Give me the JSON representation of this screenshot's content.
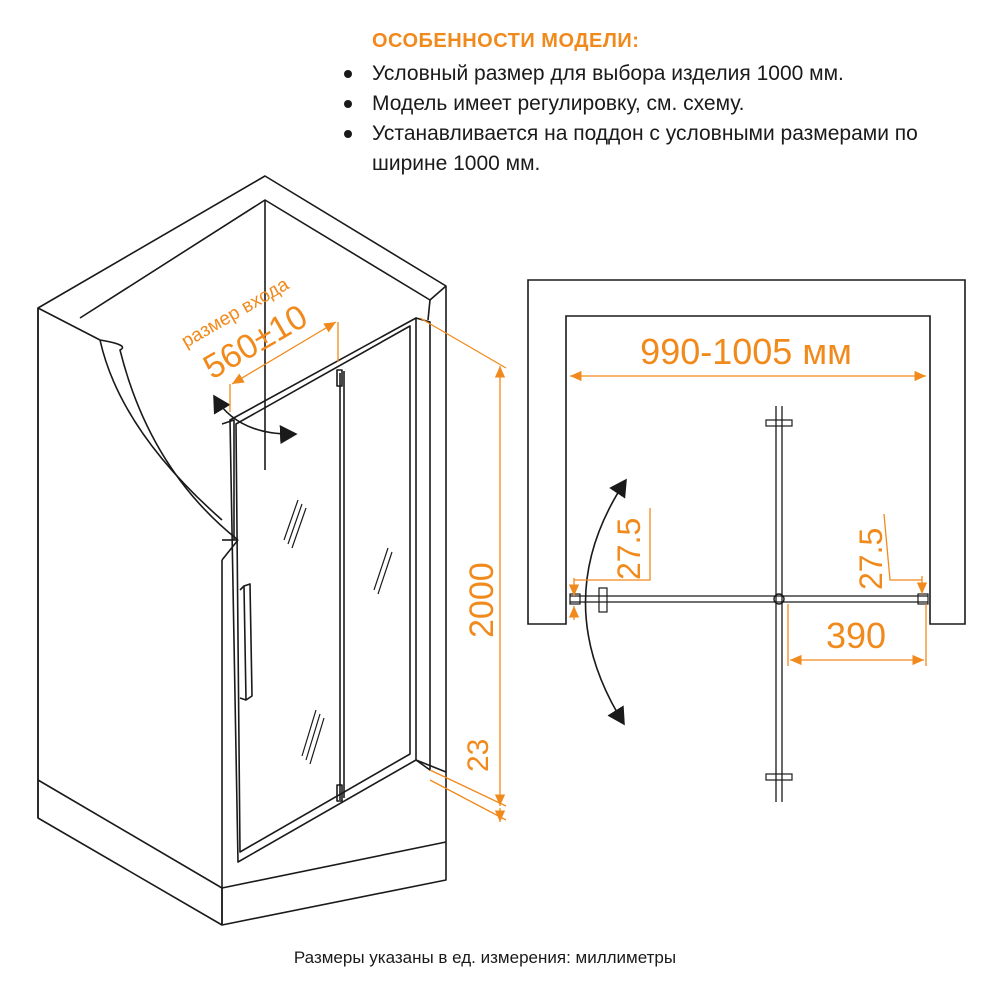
{
  "features": {
    "heading": "ОСОБЕННОСТИ МОДЕЛИ:",
    "items": [
      "Условный размер для выбора изделия 1000 мм.",
      "Модель имеет регулировку, см. схему.",
      "Устанавливается на поддон с условными размерами по ширине 1000 мм."
    ]
  },
  "iso_view": {
    "entry_label": "размер входа",
    "entry_value": "560±10",
    "height_value": "2000",
    "base_value": "23"
  },
  "plan_view": {
    "width_value": "990-1005 мм",
    "left_offset": "27.5",
    "right_offset": "27.5",
    "leaf_value": "390"
  },
  "footnote": "Размеры указаны в ед. измерения: миллиметры",
  "colors": {
    "accent": "#f18a1c",
    "line": "#1a1a1a"
  }
}
